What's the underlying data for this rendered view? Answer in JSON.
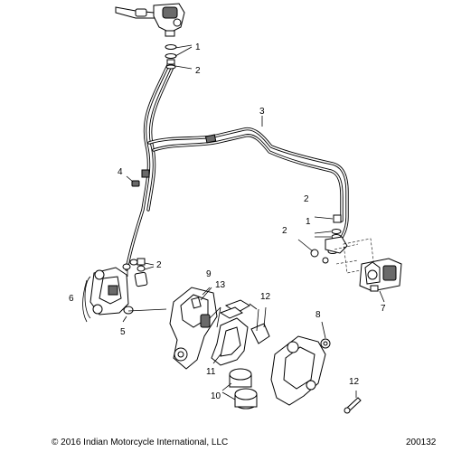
{
  "callouts": {
    "c1a": "1",
    "c2a": "2",
    "c3": "3",
    "c4": "4",
    "c2b": "2",
    "c1b": "1",
    "c2c": "2",
    "c2d": "2",
    "c6": "6",
    "c5": "5",
    "c9": "9",
    "c13": "13",
    "c12a": "12",
    "c7": "7",
    "c8": "8",
    "c11": "11",
    "c10": "10",
    "c12b": "12"
  },
  "footer": {
    "copyright": "© 2016 Indian Motorcycle International, LLC",
    "figure_number": "200132"
  }
}
